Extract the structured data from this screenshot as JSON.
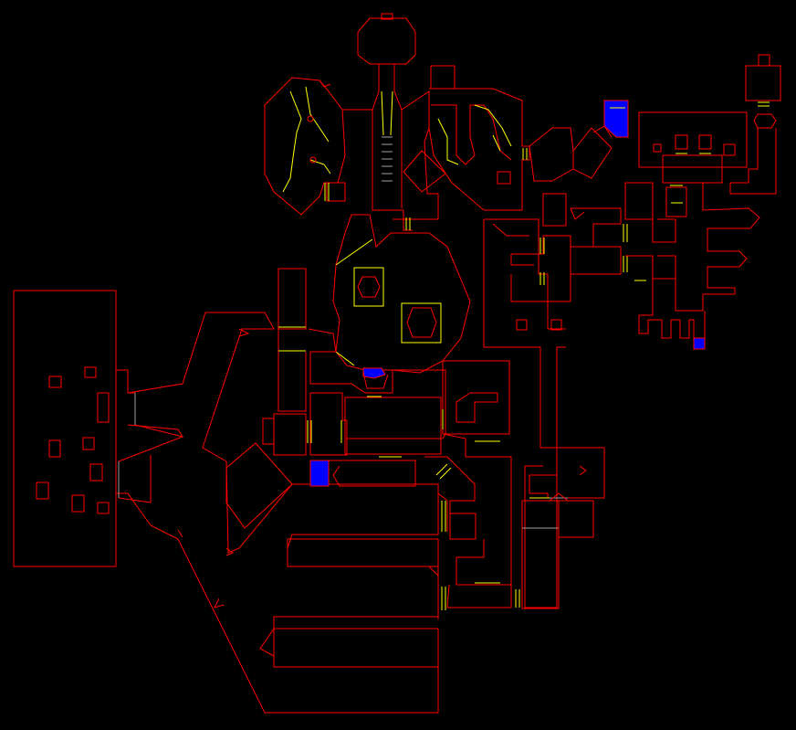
{
  "automap": {
    "background": "#000000",
    "colors": {
      "wall": "#ff0000",
      "step": "#ffff00",
      "secret_edge": "#a0a0a0",
      "key_marker": "#0000ff"
    },
    "key_markers": [
      {
        "name": "blue-door-northeast"
      },
      {
        "name": "blue-door-central"
      },
      {
        "name": "blue-door-far-east"
      },
      {
        "name": "blue-pad-center"
      }
    ]
  }
}
